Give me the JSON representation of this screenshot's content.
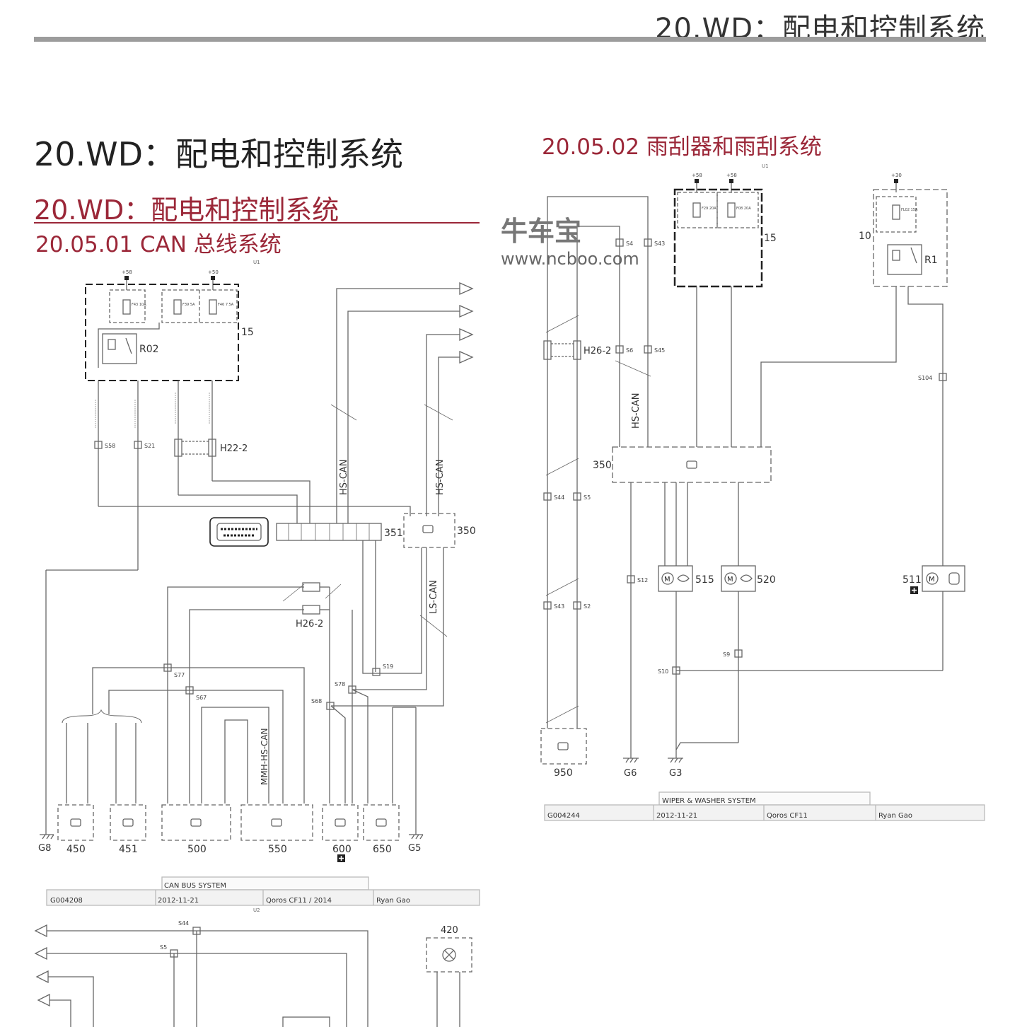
{
  "header": {
    "title": "20.WD：配电和控制系统"
  },
  "page": {
    "main_title": "20.WD：配电和控制系统",
    "sub_title": "20.WD：配电和控制系统",
    "section_can": "20.05.01 CAN 总线系统",
    "section_wiper": "20.05.02 雨刮器和雨刮系统"
  },
  "watermark": {
    "brand": "牛车宝",
    "url": "www.ncboo.com"
  },
  "can_diagram": {
    "page_ref": "U1",
    "power": [
      "+58",
      "+50"
    ],
    "fuses": [
      "F43 10A",
      "F39 5A",
      "F46 7.5A"
    ],
    "relay": "R02",
    "box_label": "15",
    "splices": [
      "S58",
      "S21"
    ],
    "connector": "H22-2",
    "diag_connector": "351",
    "gateway": "350",
    "bus_labels": [
      "HS-CAN",
      "HS-CAN",
      "LS-CAN",
      "MMH-HS-CAN"
    ],
    "connector2": "H26-2",
    "splices2": [
      "S77",
      "S67",
      "S19",
      "S78",
      "S68"
    ],
    "modules": [
      "450",
      "451",
      "500",
      "550",
      "600",
      "650"
    ],
    "grounds": [
      "G8",
      "G5"
    ],
    "title_block": {
      "system": "CAN BUS SYSTEM",
      "doc_id": "G004208",
      "date": "2012-11-21",
      "model": "Qoros CF11 / 2014",
      "author": "Ryan Gao"
    }
  },
  "can_continuation": {
    "page_ref": "U2",
    "splices": [
      "S44",
      "S5"
    ],
    "module": "420"
  },
  "wiper_diagram": {
    "page_ref": "U1",
    "power": [
      "+58",
      "+58",
      "+30"
    ],
    "fuses": [
      "F29 20A",
      "F08 20A",
      "FL02 15A"
    ],
    "box_labels": [
      "15",
      "10"
    ],
    "relay": "R1",
    "splices": [
      "S4",
      "S43",
      "S6",
      "S45",
      "S104",
      "S44",
      "S5",
      "S43",
      "S2",
      "S12",
      "S9",
      "S10"
    ],
    "connector": "H26-2",
    "bus_label": "HS-CAN",
    "module": "350",
    "motors": [
      "515",
      "520",
      "511"
    ],
    "bottom_module": "950",
    "grounds": [
      "G6",
      "G3"
    ],
    "title_block": {
      "system": "WIPER & WASHER SYSTEM",
      "doc_id": "G004244",
      "date": "2012-11-21",
      "model": "Qoros CF11",
      "author": "Ryan Gao"
    }
  },
  "colors": {
    "accent": "#9b2738",
    "rule": "#9c9c9c",
    "wire": "#666666"
  }
}
